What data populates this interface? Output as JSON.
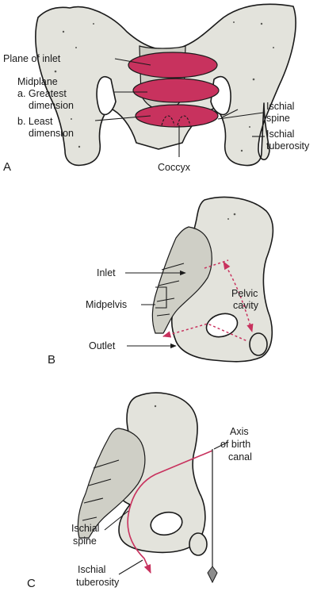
{
  "colors": {
    "bone": "#e3e3dc",
    "bone_speckle": "#cfcfc6",
    "plane": "#c8325e",
    "outline": "#1a1a1a",
    "background": "#ffffff"
  },
  "panel_a": {
    "letter": "A",
    "labels": {
      "plane_of_inlet": "Plane of inlet",
      "midplane": "Midplane",
      "greatest_dimension_1": "a. Greatest",
      "greatest_dimension_2": "dimension",
      "least_dimension_1": "b. Least",
      "least_dimension_2": "dimension",
      "ischial_spine_1": "Ischial",
      "ischial_spine_2": "spine",
      "ischial_tuberosity_1": "Ischial",
      "ischial_tuberosity_2": "tuberosity",
      "coccyx": "Coccyx"
    }
  },
  "panel_b": {
    "letter": "B",
    "labels": {
      "inlet": "Inlet",
      "midpelvis": "Midpelvis",
      "outlet": "Outlet",
      "pelvic_cavity_1": "Pelvic",
      "pelvic_cavity_2": "cavity"
    }
  },
  "panel_c": {
    "letter": "C",
    "labels": {
      "axis_1": "Axis",
      "axis_2": "of birth",
      "axis_3": "canal",
      "ischial_spine_1": "Ischial",
      "ischial_spine_2": "spine",
      "ischial_tuberosity_1": "Ischial",
      "ischial_tuberosity_2": "tuberosity"
    }
  }
}
